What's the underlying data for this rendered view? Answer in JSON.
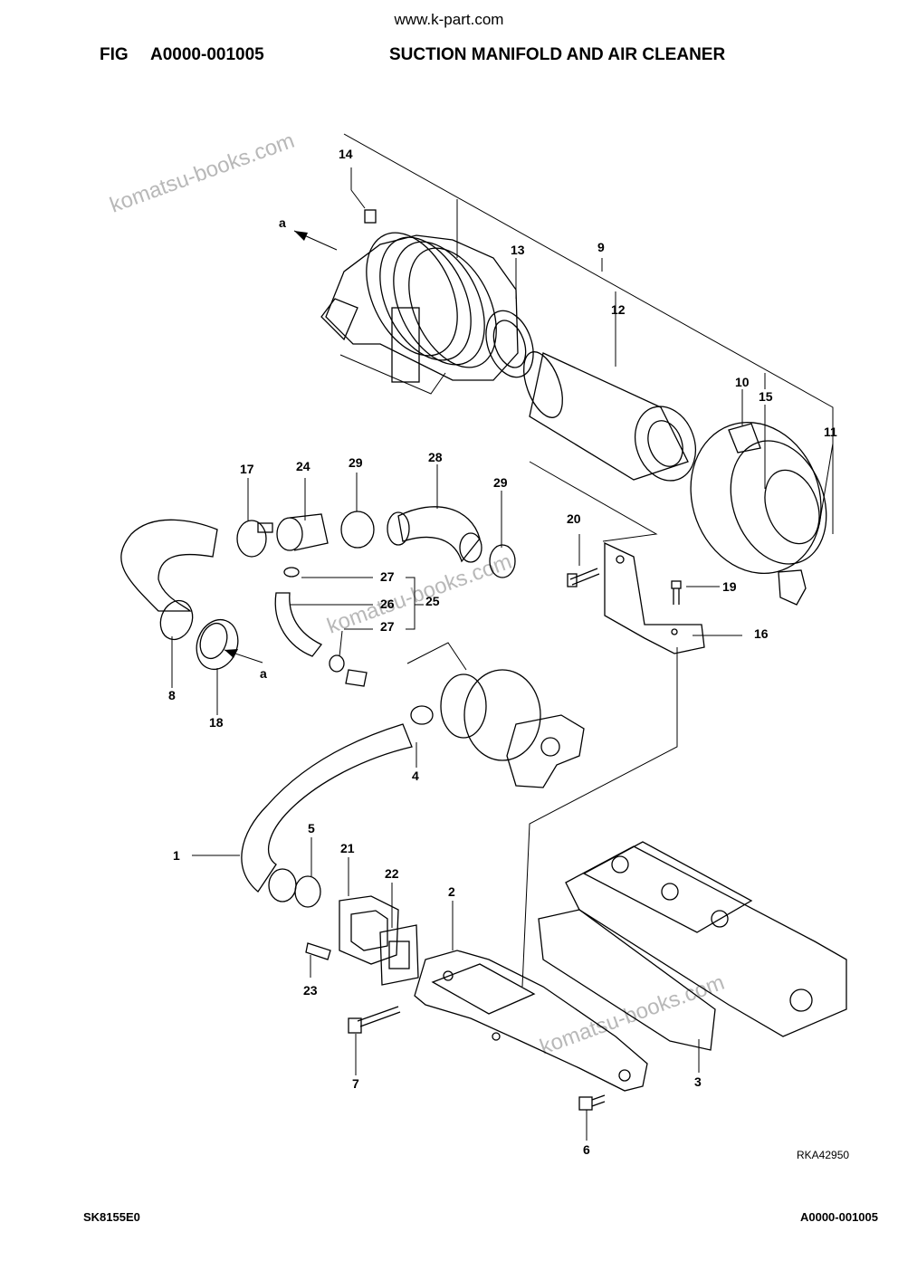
{
  "header": {
    "site_url": "www.k-part.com",
    "fig_label": "FIG",
    "fig_number": "A0000-001005",
    "title": "SUCTION MANIFOLD AND AIR CLEANER"
  },
  "watermark": "komatsu-books.com",
  "drawing_ref": "RKA42950",
  "callouts": {
    "c1": "1",
    "c2": "2",
    "c3": "3",
    "c4": "4",
    "c5": "5",
    "c6": "6",
    "c7": "7",
    "c8": "8",
    "c9": "9",
    "c10": "10",
    "c11": "11",
    "c12": "12",
    "c13": "13",
    "c14": "14",
    "c15": "15",
    "c16": "16",
    "c17": "17",
    "c18": "18",
    "c19": "19",
    "c20": "20",
    "c21": "21",
    "c22": "22",
    "c23": "23",
    "c24": "24",
    "c25": "25",
    "c26": "26",
    "c27a": "27",
    "c27b": "27",
    "c28": "28",
    "c29a": "29",
    "c29b": "29",
    "arrow_a_top": "a",
    "arrow_a_bottom": "a"
  },
  "footer": {
    "left_code": "SK8155E0",
    "right_code": "A0000-001005"
  }
}
